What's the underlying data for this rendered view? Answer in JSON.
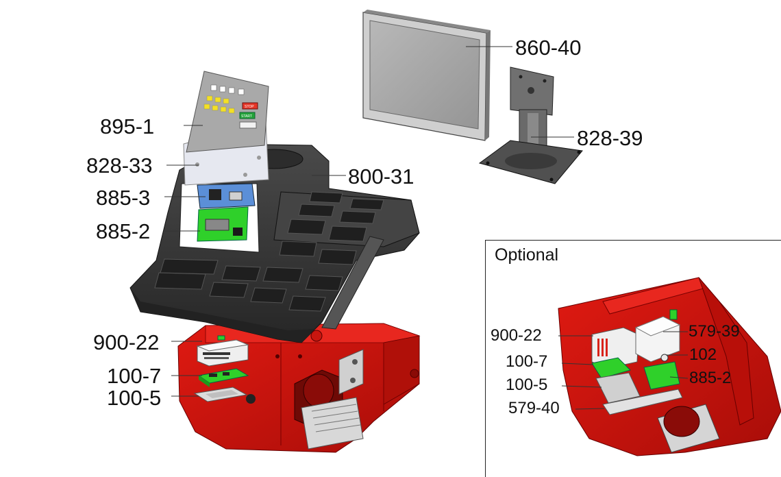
{
  "main_callouts": {
    "monitor": "860-40",
    "monitor_stand": "828-39",
    "keypad_overlay": "895-1",
    "keypad_plate": "828-33",
    "console": "800-31",
    "board_upper": "885-3",
    "board_lower": "885-2",
    "psu": "900-22",
    "board_a": "100-7",
    "board_b": "100-5"
  },
  "optional": {
    "title": "Optional",
    "callouts": {
      "psu": "900-22",
      "box": "579-39",
      "board_a": "100-7",
      "part_102": "102",
      "board_b": "100-5",
      "board_885": "885-2",
      "bracket": "579-40"
    }
  },
  "keypad": {
    "stop_label": "STOP",
    "start_label": "START"
  },
  "colors": {
    "body_red": "#d0150f",
    "console_dark": "#3a3a3a",
    "pcb_green": "#2fd02a",
    "monitor_gray": "#a8a8a8"
  }
}
